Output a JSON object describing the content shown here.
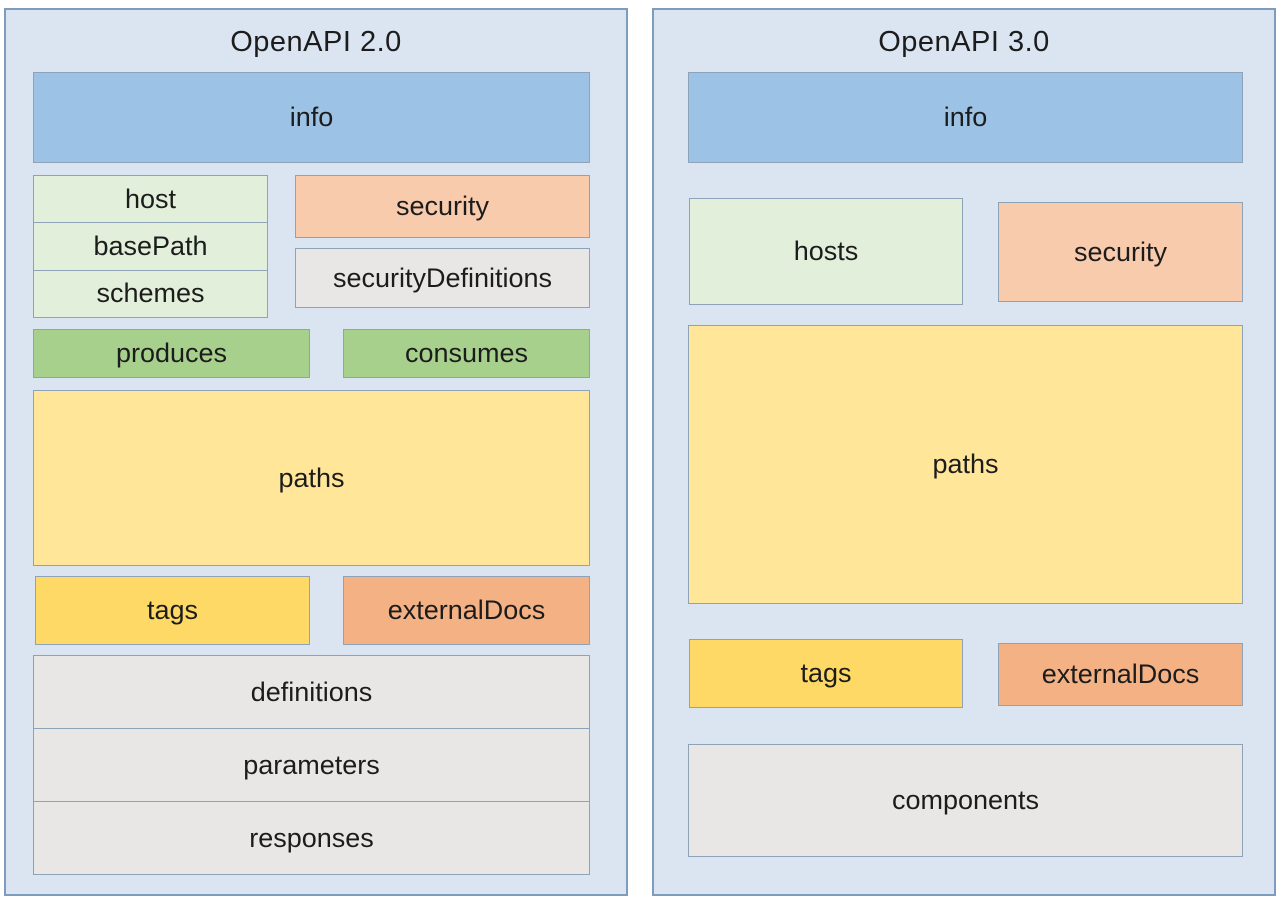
{
  "palette": {
    "page_bg": "#ffffff",
    "panel_bg": "#dbe5f2",
    "panel_border": "#7d9cbe",
    "box_border": "#8fa3b8",
    "text": "#1c1c1c",
    "blue": "#9cc2e5",
    "light_green": "#e2efda",
    "peach": "#f8cbad",
    "gray": "#e8e7e5",
    "green": "#a8d08d",
    "light_yellow": "#ffe699",
    "gold": "#ffd965",
    "orange": "#f4b183"
  },
  "panels": [
    {
      "title": "OpenAPI 2.0",
      "boxes": {
        "info": "info",
        "host": "host",
        "basePath": "basePath",
        "schemes": "schemes",
        "security": "security",
        "securityDefinitions": "securityDefinitions",
        "produces": "produces",
        "consumes": "consumes",
        "paths": "paths",
        "tags": "tags",
        "externalDocs": "externalDocs",
        "definitions": "definitions",
        "parameters": "parameters",
        "responses": "responses"
      }
    },
    {
      "title": "OpenAPI 3.0",
      "boxes": {
        "info": "info",
        "hosts": "hosts",
        "security": "security",
        "paths": "paths",
        "tags": "tags",
        "externalDocs": "externalDocs",
        "components": "components"
      }
    }
  ]
}
